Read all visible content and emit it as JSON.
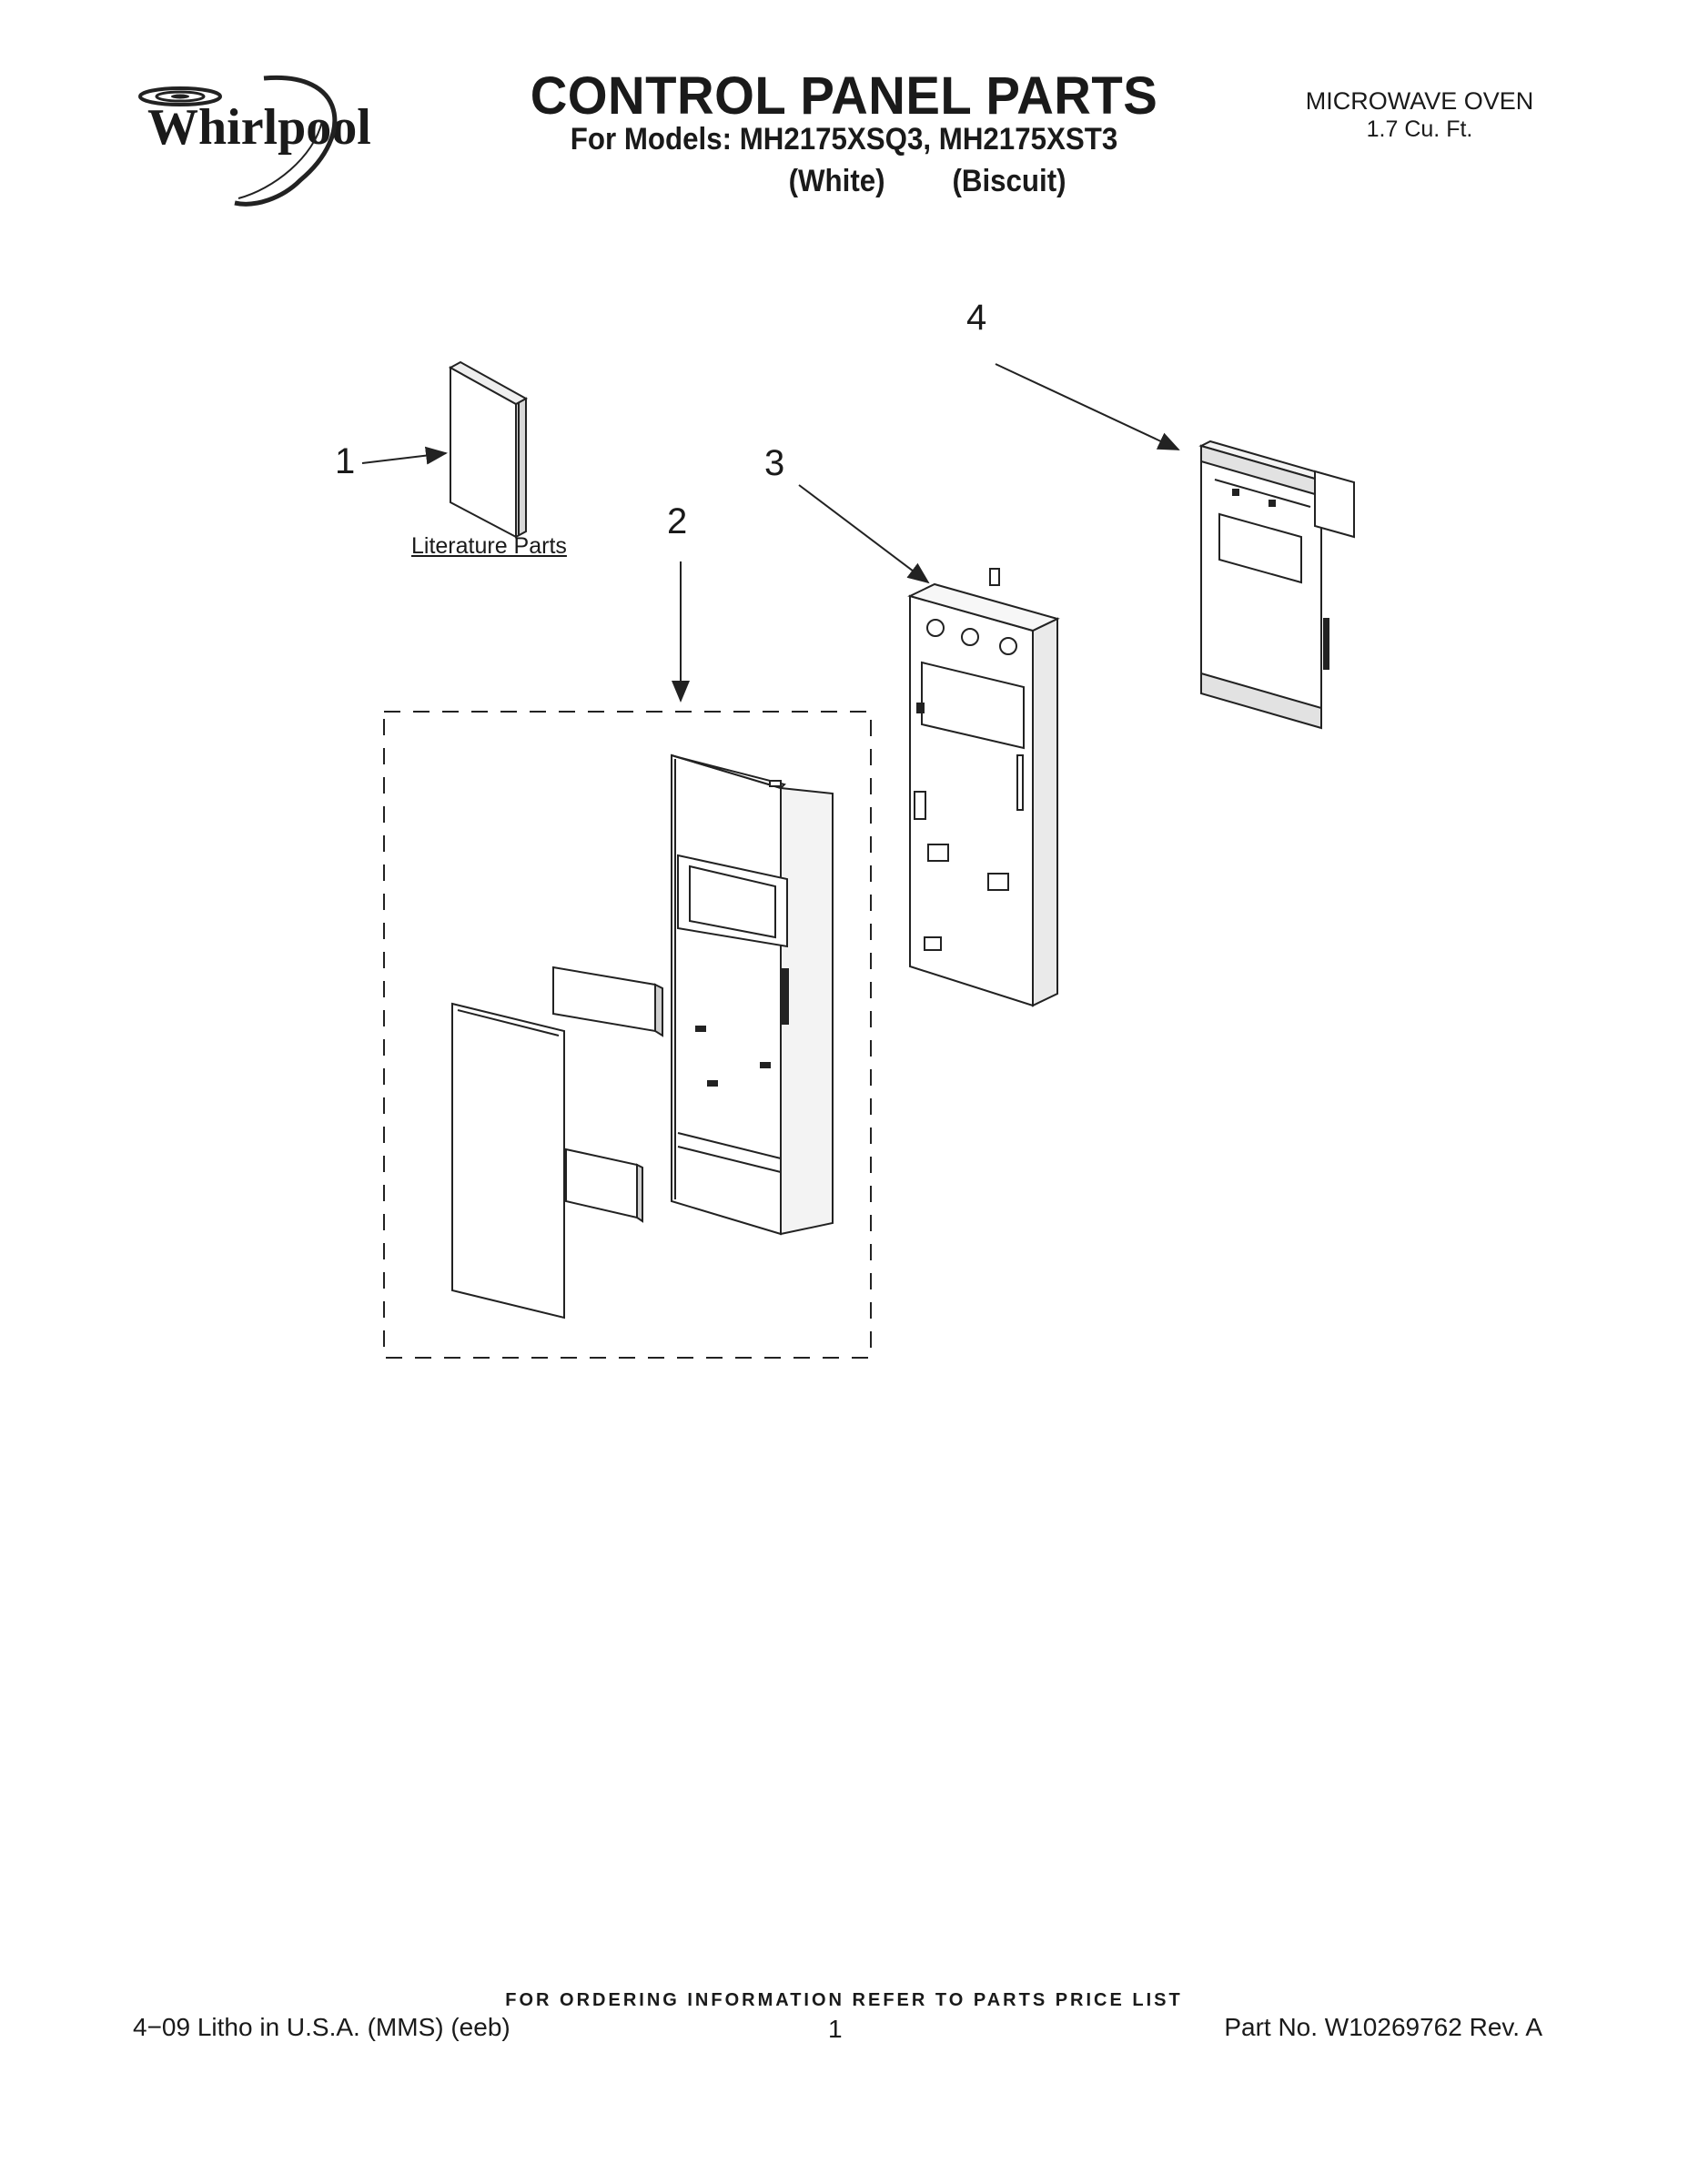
{
  "header": {
    "brand": "Whirlpool",
    "title": "CONTROL PANEL PARTS",
    "models_line": "For Models: MH2175XSQ3, MH2175XST3",
    "color_white": "(White)",
    "color_biscuit": "(Biscuit)",
    "product_type": "MICROWAVE OVEN",
    "capacity": "1.7 Cu. Ft."
  },
  "diagram": {
    "callouts": [
      "1",
      "2",
      "3",
      "4"
    ],
    "literature_label": "Literature Parts"
  },
  "footer": {
    "ordering_note": "FOR ORDERING INFORMATION REFER TO PARTS PRICE LIST",
    "litho": "4−09 Litho in U.S.A. (MMS) (eeb)",
    "page_number": "1",
    "part_number": "Part No. W10269762 Rev. A"
  }
}
